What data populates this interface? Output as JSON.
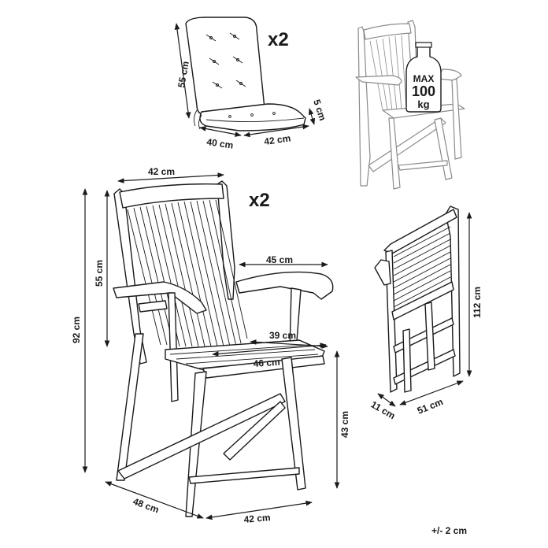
{
  "cushion": {
    "count": "x2",
    "height": "55 cm",
    "thickness": "5 cm",
    "depth": "40 cm",
    "width": "42 cm"
  },
  "load_badge": {
    "line1": "MAX",
    "line2": "100",
    "line3": "kg"
  },
  "chair": {
    "count": "x2",
    "top_width": "42 cm",
    "total_height": "92 cm",
    "back_height": "55 cm",
    "arm_width": "45 cm",
    "seat_depth": "39 cm",
    "seat_width": "46 cm",
    "seat_height": "43 cm",
    "base_depth": "48 cm",
    "base_width": "42 cm"
  },
  "folded": {
    "height": "112 cm",
    "depth": "11 cm",
    "width": "51 cm"
  },
  "tolerance": "+/- 2 cm"
}
